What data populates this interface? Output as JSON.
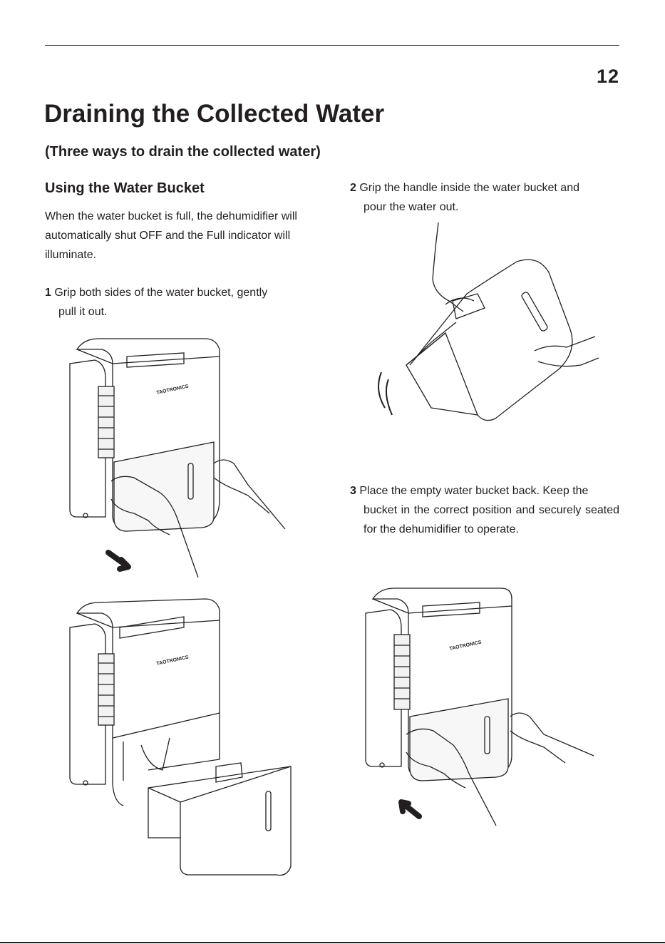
{
  "page": {
    "number": "12",
    "title": "Draining the Collected Water",
    "subtitle": "(Three ways to drain the collected water)"
  },
  "section": {
    "heading": "Using the Water Bucket",
    "intro": "When the water bucket is full, the dehumidifier will automatically shut OFF and the Full indicator will illuminate."
  },
  "steps": [
    {
      "number": "1",
      "first_line": "Grip both sides of the water bucket, gently",
      "rest": "pull it out."
    },
    {
      "number": "2",
      "first_line": "Grip the handle inside the water bucket and",
      "rest": "pour the water out."
    },
    {
      "number": "3",
      "first_line": "Place the empty water bucket back. Keep the",
      "rest": "bucket in the correct position and securely seated for the dehumidifier to operate."
    }
  ],
  "illustrations": {
    "brand_text": "TAOTRONICS"
  }
}
